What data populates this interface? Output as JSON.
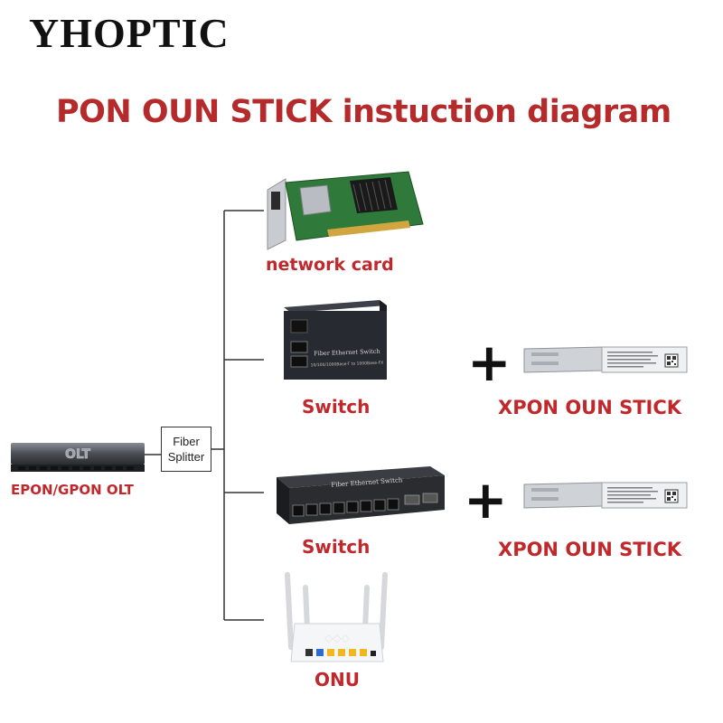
{
  "brand": "YHOPTIC",
  "title": "PON OUN STICK instuction diagram",
  "olt": {
    "label": "EPON/GPON OLT",
    "face_text": "OLT"
  },
  "splitter": {
    "line1": "Fiber",
    "line2": "Splitter"
  },
  "devices": {
    "network_card": {
      "label": "network card"
    },
    "switch_small": {
      "label": "Switch",
      "face_text": "Fiber Ethernet Switch",
      "sub_text": "10/100/1000Base-T to 1000Base-FX"
    },
    "switch_large": {
      "label": "Switch",
      "face_text": "Fiber Ethernet Switch"
    },
    "onu": {
      "label": "ONU"
    }
  },
  "sticks": [
    {
      "label": "XPON OUN STICK",
      "plus": "+"
    },
    {
      "label": "XPON OUN STICK",
      "plus": "+"
    }
  ],
  "colors": {
    "accent_red": "#c0282b",
    "title_red": "#b52a2a",
    "line": "#333333"
  }
}
